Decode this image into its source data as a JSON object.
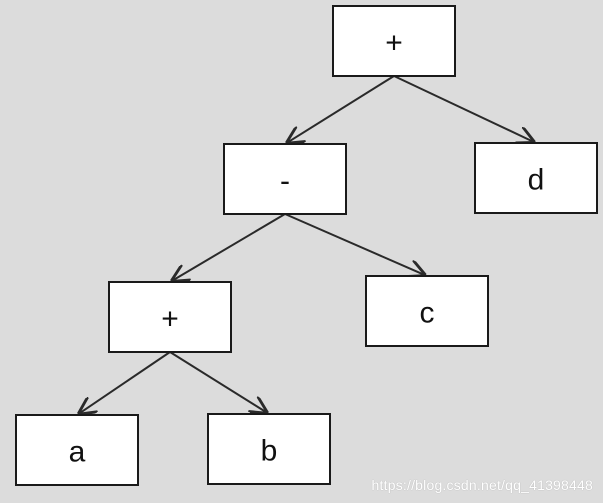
{
  "diagram": {
    "type": "expression-tree",
    "nodes": [
      {
        "id": "root",
        "label": "+"
      },
      {
        "id": "minus",
        "label": "-"
      },
      {
        "id": "d",
        "label": "d"
      },
      {
        "id": "plus2",
        "label": "+"
      },
      {
        "id": "c",
        "label": "c"
      },
      {
        "id": "a",
        "label": "a"
      },
      {
        "id": "b",
        "label": "b"
      }
    ],
    "edges": [
      {
        "from": "root",
        "to": "minus"
      },
      {
        "from": "root",
        "to": "d"
      },
      {
        "from": "minus",
        "to": "plus2"
      },
      {
        "from": "minus",
        "to": "c"
      },
      {
        "from": "plus2",
        "to": "a"
      },
      {
        "from": "plus2",
        "to": "b"
      }
    ]
  },
  "watermark": {
    "text": "https://blog.csdn.net/qq_41398448"
  }
}
